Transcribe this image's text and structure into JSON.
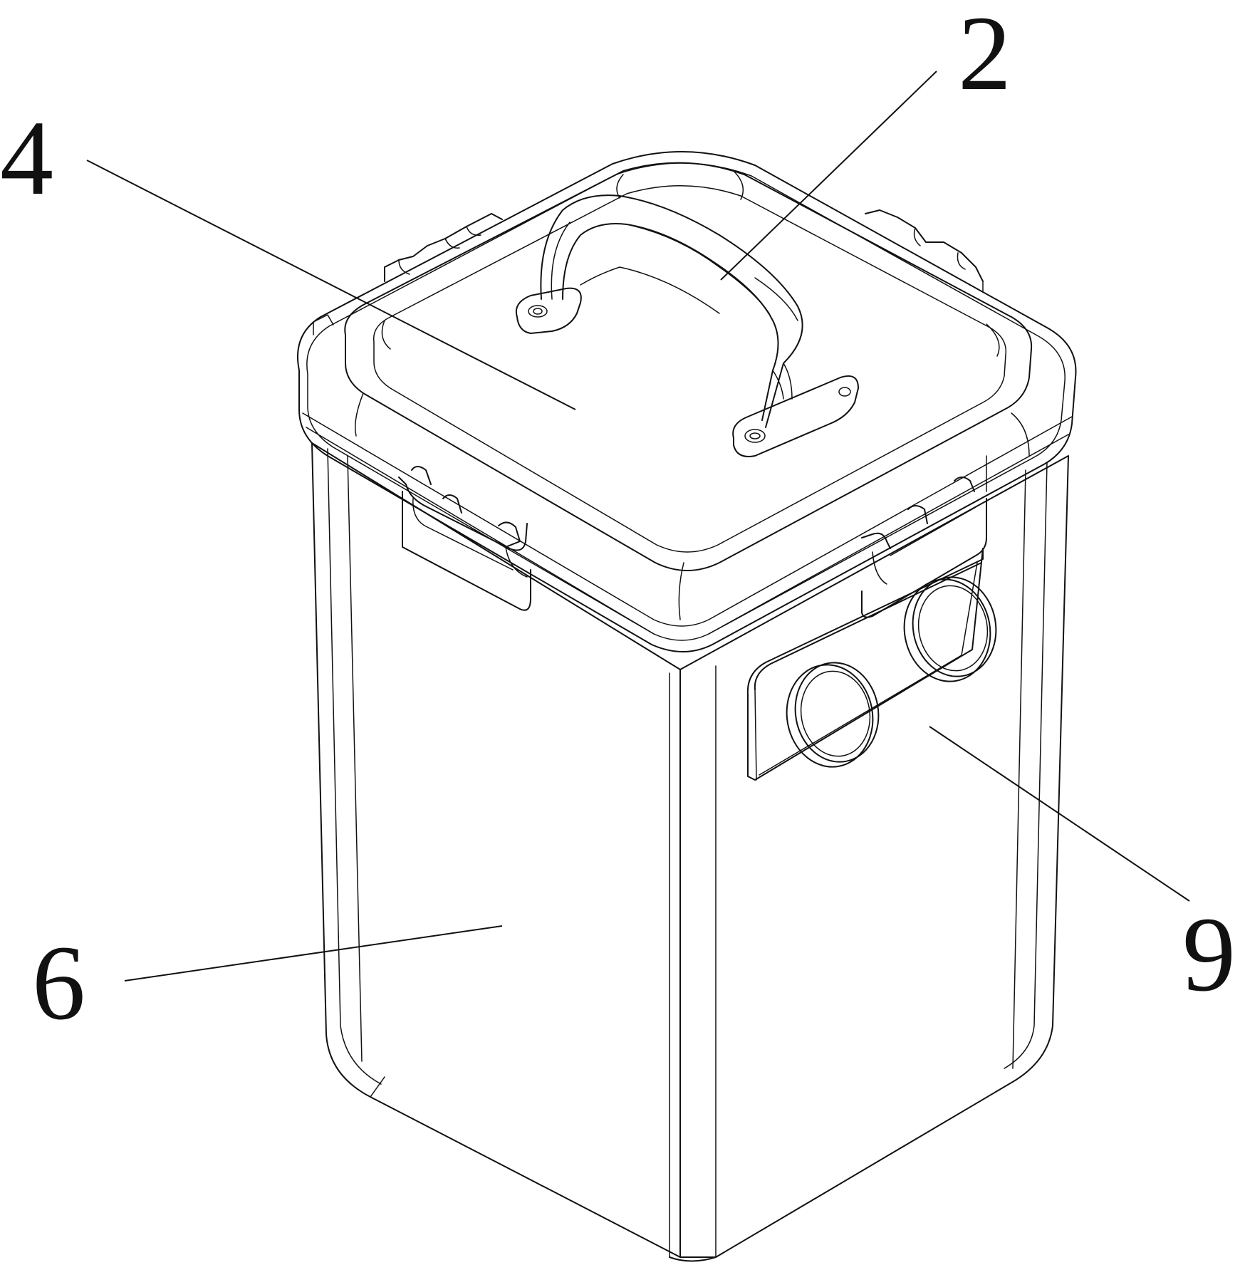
{
  "figure": {
    "callouts": [
      {
        "id": "callout-4",
        "label": "4"
      },
      {
        "id": "callout-2",
        "label": "2"
      },
      {
        "id": "callout-9",
        "label": "9"
      },
      {
        "id": "callout-6",
        "label": "6"
      }
    ],
    "colors": {
      "stroke": "#111111",
      "background": "#ffffff"
    }
  }
}
